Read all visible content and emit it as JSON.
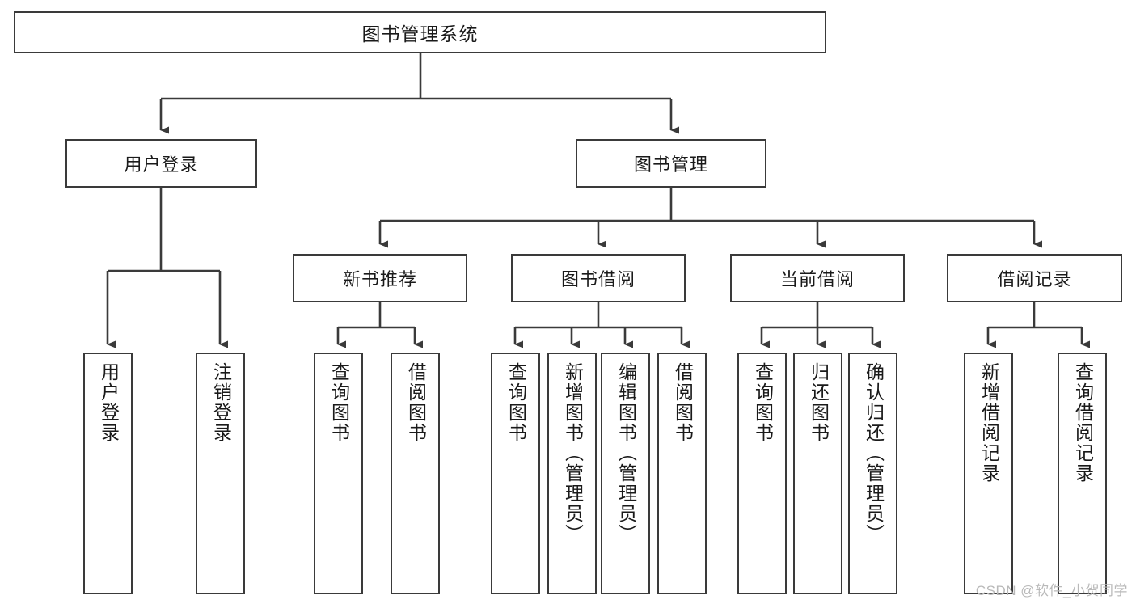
{
  "diagram": {
    "title": "图书管理系统",
    "type": "tree",
    "watermark": "CSDN @软件_小贺同学",
    "colors": {
      "stroke": "#3a3a3a",
      "text": "#1a1a1a",
      "background": "#ffffff",
      "watermark": "#b9b9b9"
    },
    "nodes": {
      "root": {
        "label": "图书管理系统"
      },
      "level2": [
        {
          "label": "用户登录"
        },
        {
          "label": "图书管理"
        }
      ],
      "level3": [
        {
          "label": "新书推荐"
        },
        {
          "label": "图书借阅"
        },
        {
          "label": "当前借阅"
        },
        {
          "label": "借阅记录"
        }
      ],
      "leaves": {
        "user_login": [
          {
            "label": "用户登录"
          },
          {
            "label": "注销登录"
          }
        ],
        "new_book": [
          {
            "label": "查询图书"
          },
          {
            "label": "借阅图书"
          }
        ],
        "book_borrow": [
          {
            "label": "查询图书"
          },
          {
            "label": "新增图书（管理员）"
          },
          {
            "label": "编辑图书（管理员）"
          },
          {
            "label": "借阅图书"
          }
        ],
        "current_borrow": [
          {
            "label": "查询图书"
          },
          {
            "label": "归还图书"
          },
          {
            "label": "确认归还（管理员）"
          }
        ],
        "borrow_record": [
          {
            "label": "新增借阅记录"
          },
          {
            "label": "查询借阅记录"
          }
        ]
      }
    }
  }
}
